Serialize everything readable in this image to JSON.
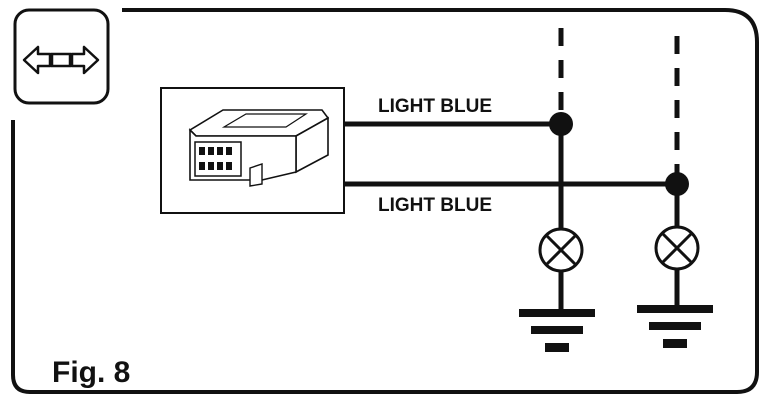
{
  "figure": {
    "caption": "Fig. 8",
    "corner_icon": "hazard-arrows-icon",
    "module_icon": "control-module-icon"
  },
  "wires": [
    {
      "label": "LIGHT BLUE"
    },
    {
      "label": "LIGHT BLUE"
    }
  ],
  "components": {
    "lamps": [
      "lamp-icon",
      "lamp-icon"
    ],
    "grounds": [
      "ground-icon",
      "ground-icon"
    ]
  },
  "colors": {
    "line": "#111111",
    "background": "#ffffff"
  }
}
